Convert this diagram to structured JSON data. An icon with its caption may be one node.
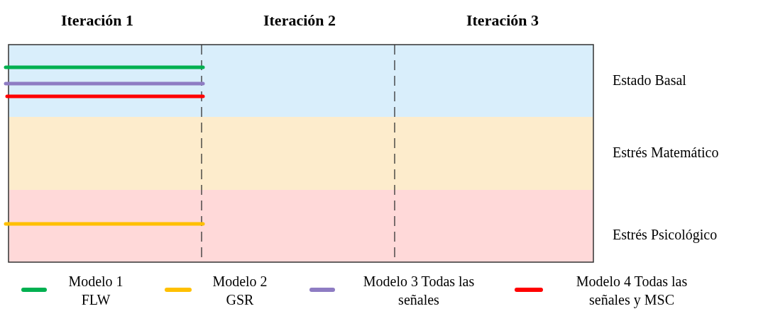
{
  "diagram": {
    "labels": [
      "Iteración 1",
      "Iteración 2",
      "Iteración 3",
      "Estado Basal",
      "Estrés Matemático",
      "Estrés Psicológico"
    ],
    "legend": [
      {
        "text": "Modelo 1 FLW",
        "color": "#00b050"
      },
      {
        "text": "Modelo 2 GSR",
        "color": "#ffc000"
      },
      {
        "text": "Modelo 3 Todas las señales",
        "color": "#8e7cc3"
      },
      {
        "text": "Modelo 4 Todas las señales y MSC",
        "color": "#ff0000"
      }
    ]
  }
}
